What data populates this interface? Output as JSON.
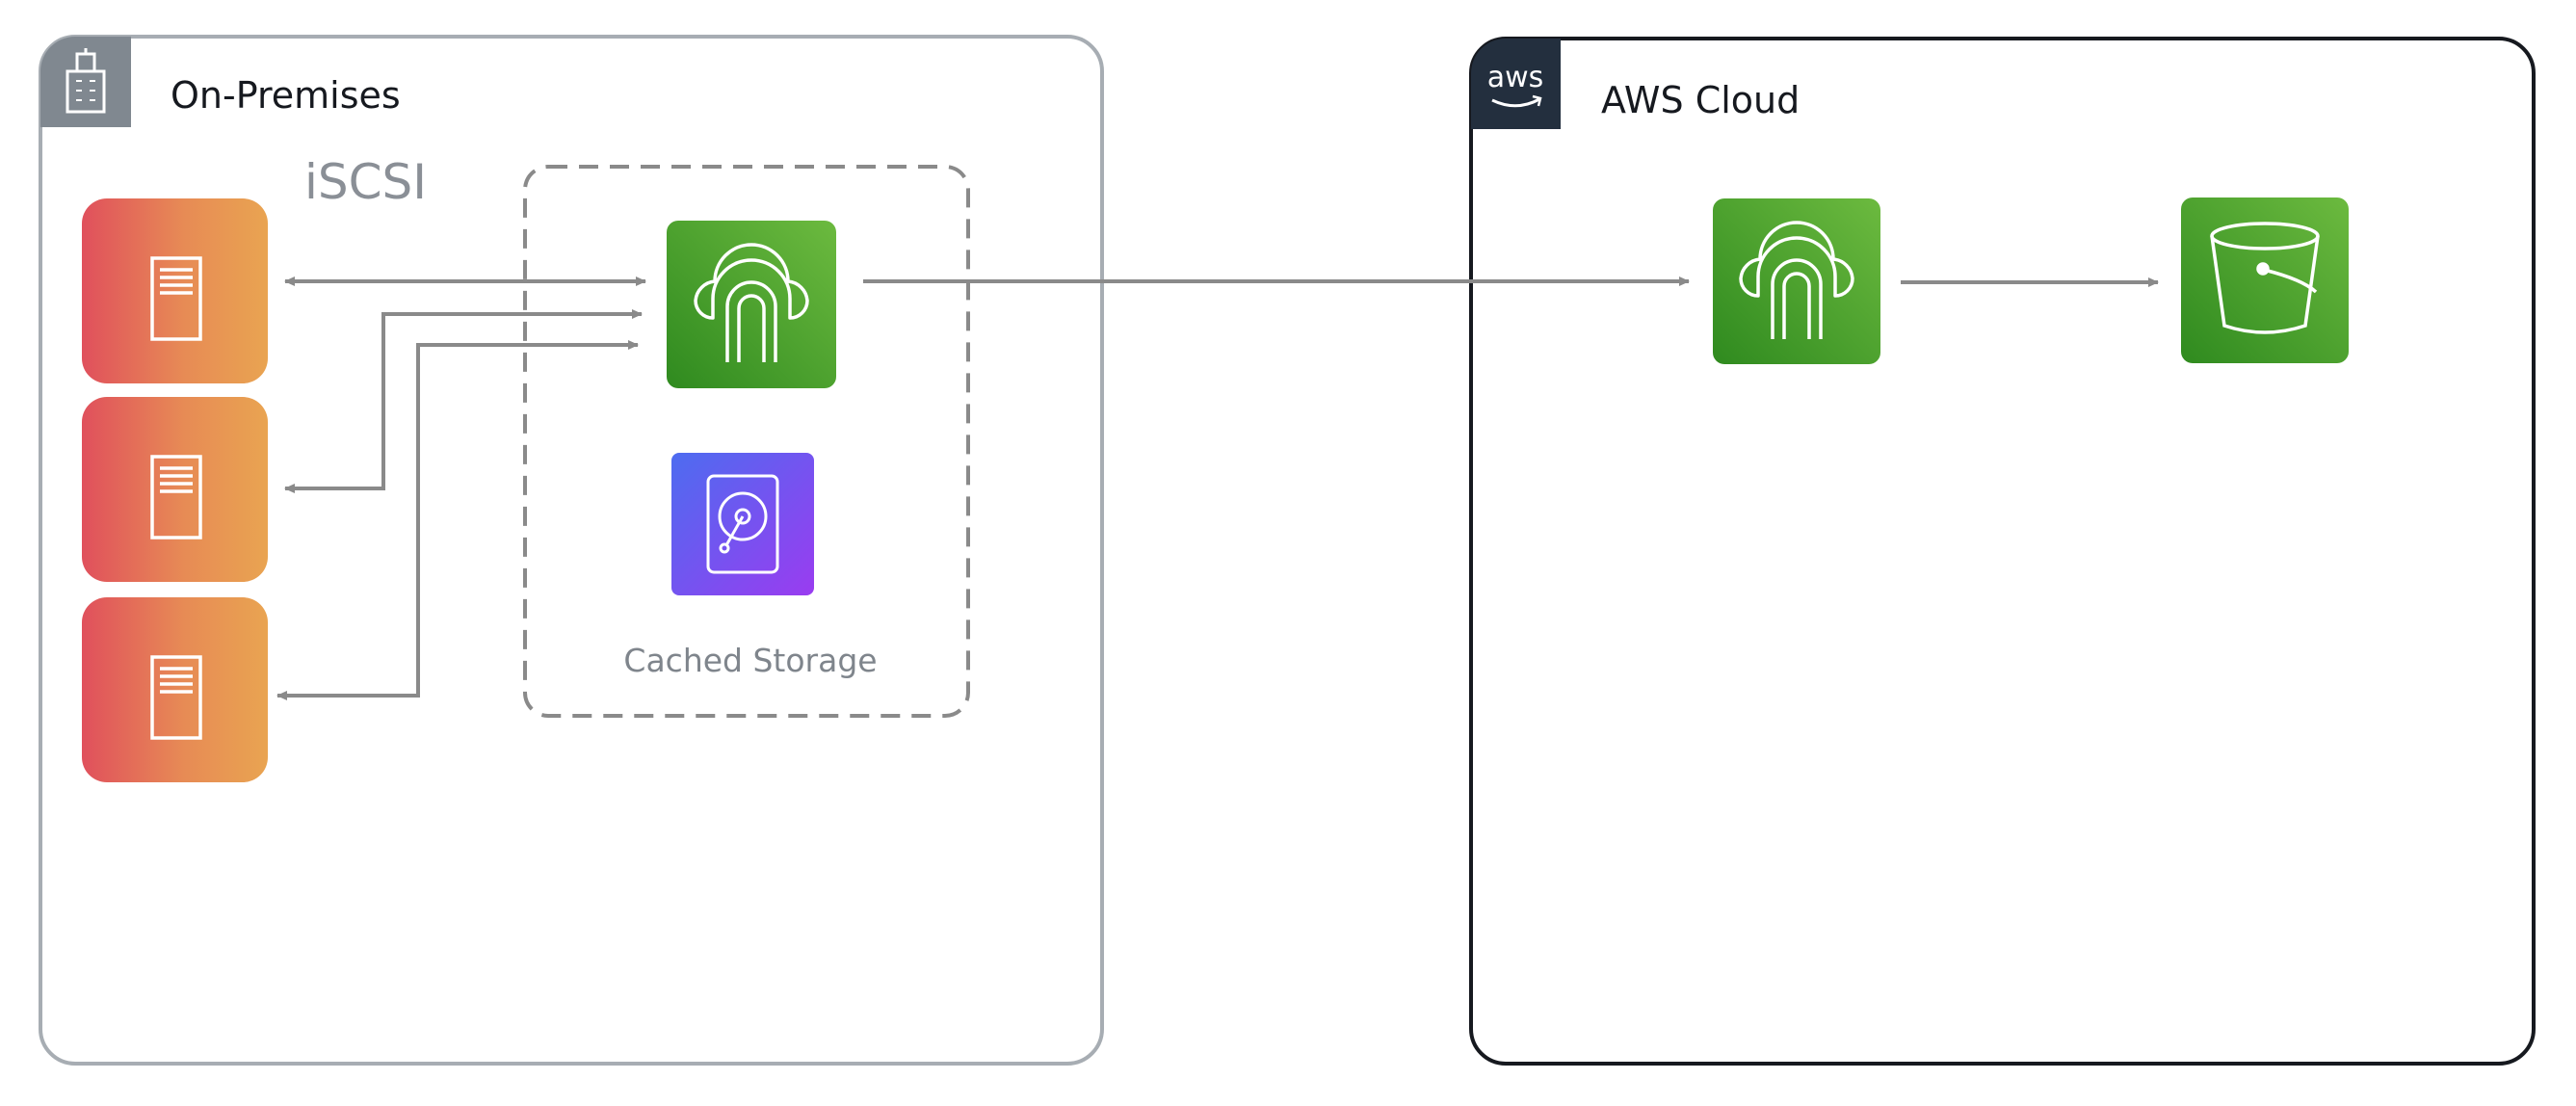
{
  "on_premises": {
    "title": "On-Premises",
    "protocol_label": "iSCSI",
    "icon": "building-icon",
    "servers": [
      {
        "icon": "server-icon"
      },
      {
        "icon": "server-icon"
      },
      {
        "icon": "server-icon"
      }
    ],
    "gateway": {
      "icon": "storage-gateway-icon",
      "color": "#3f8f24"
    },
    "cache": {
      "icon": "hard-disk-icon",
      "label": "Cached Storage",
      "color": "#6a4cf0"
    }
  },
  "aws_cloud": {
    "title": "AWS Cloud",
    "logo_text": "aws",
    "gateway": {
      "icon": "storage-gateway-icon",
      "color": "#3f8f24"
    },
    "bucket": {
      "icon": "s3-bucket-icon",
      "color": "#3f8f24"
    }
  },
  "colors": {
    "server_gradient_start": "#e0505c",
    "server_gradient_end": "#e9a451",
    "green_light": "#6cba3f",
    "green_dark": "#2f8a1f",
    "purple_start": "#4d6cf0",
    "purple_end": "#9a3cf0",
    "connector": "#8a8a8a"
  }
}
